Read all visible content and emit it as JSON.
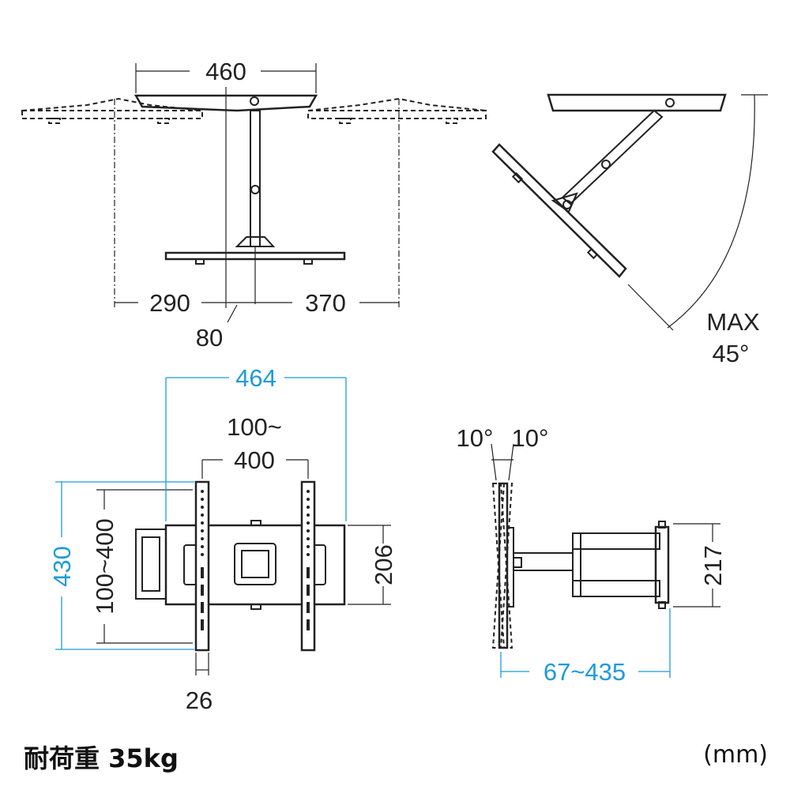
{
  "top_view": {
    "width_label": "460",
    "left_offset_label": "290",
    "right_offset_label": "370",
    "depth_label": "80"
  },
  "swing_view": {
    "max_label": "MAX",
    "angle_label": "45°"
  },
  "front_view": {
    "width_label": "464",
    "vesa_h_label_line1": "100~",
    "vesa_h_label_line2": "400",
    "height_label": "430",
    "vesa_v_label": "100~400",
    "plate_height_label": "206",
    "rail_width_label": "26"
  },
  "side_view": {
    "tilt_left_label": "10°",
    "tilt_right_label": "10°",
    "extension_label": "67~435",
    "plate_height_label": "217"
  },
  "footer": {
    "load_label": "耐荷重 35kg",
    "unit_label": "(mm)"
  },
  "colors": {
    "line": "#222222",
    "accent": "#1e9bd7"
  }
}
